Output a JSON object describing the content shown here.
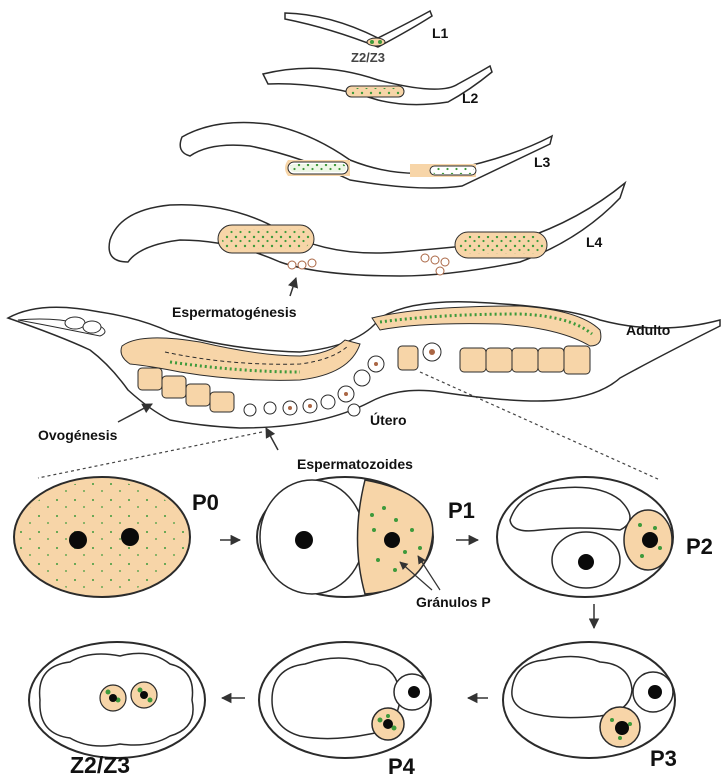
{
  "colors": {
    "germline_fill": "#f7d5a8",
    "granule": "#3e9a3b",
    "outline": "#2b2b2b",
    "nucleus": "#0a0a0a"
  },
  "larval_stages": [
    "L1",
    "L2",
    "L3",
    "L4"
  ],
  "labels": {
    "z2z3_small": "Z2/Z3",
    "adult": "Adulto",
    "spermatogenesis": "Espermatogénesis",
    "oogenesis": "Ovogénesis",
    "uterus": "Útero",
    "sperm": "Espermatozoides",
    "p_granules": "Gránulos P"
  },
  "embryo_stages": [
    "P0",
    "P1",
    "P2",
    "P3",
    "P4",
    "Z2/Z3"
  ]
}
